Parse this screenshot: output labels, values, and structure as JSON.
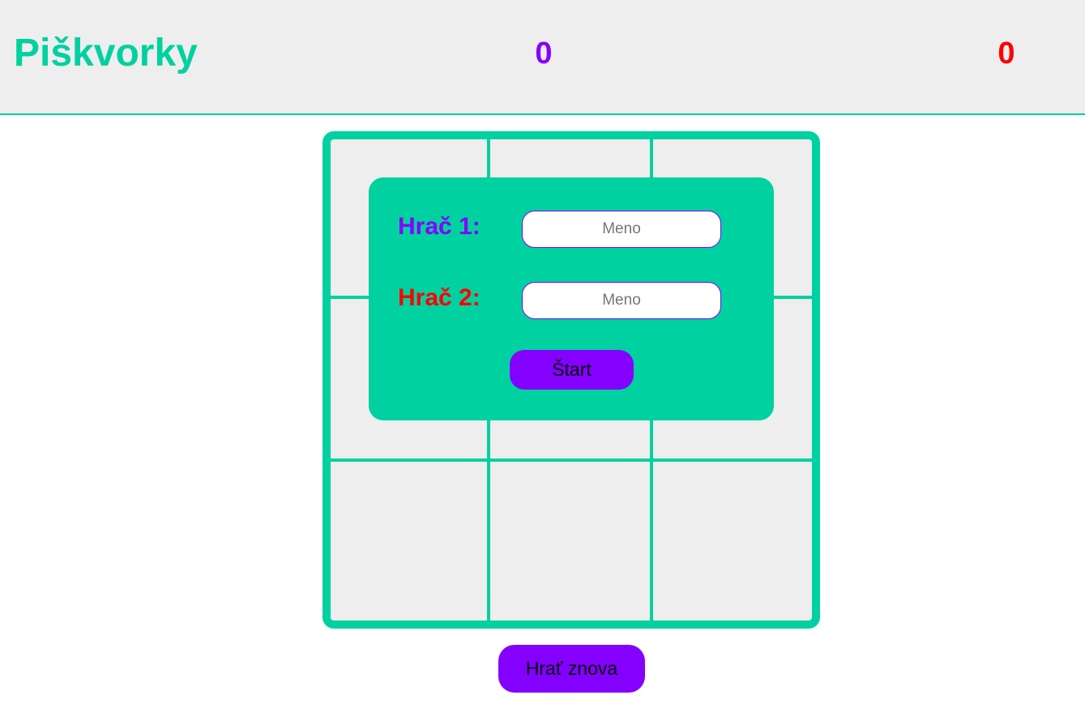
{
  "header": {
    "title": "Piškvorky",
    "score_player1": "0",
    "score_player2": "0"
  },
  "colors": {
    "accent": "#00d1a0",
    "player1": "#8400ff",
    "player2": "#ff0000",
    "button": "#8400ff",
    "cell_background": "#eeeeee"
  },
  "board": {
    "rows": 3,
    "columns": 3,
    "cells": [
      "",
      "",
      "",
      "",
      "",
      "",
      "",
      "",
      ""
    ]
  },
  "setup_dialog": {
    "player1_label": "Hrač 1:",
    "player1_placeholder": "Meno",
    "player1_value": "",
    "player2_label": "Hrač 2:",
    "player2_placeholder": "Meno",
    "player2_value": "",
    "start_label": "Štart"
  },
  "footer": {
    "replay_label": "Hrať znova"
  }
}
